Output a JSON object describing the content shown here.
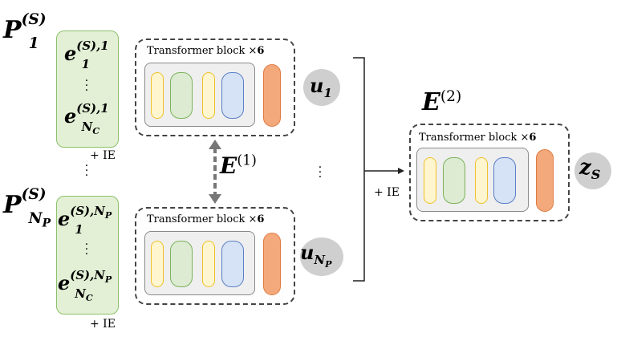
{
  "patches": [
    {
      "label": {
        "base": "P",
        "sub": "1",
        "sup": "(S)"
      },
      "top": {
        "base": "e",
        "sub": "1",
        "sup": "(S),1"
      },
      "bottom": {
        "base": "e",
        "sub": "N",
        "subsub": "C",
        "sup": "(S),1"
      },
      "ie": "+ IE"
    },
    {
      "label": {
        "base": "P",
        "sub": "N",
        "subsub": "P",
        "sup": "(S)"
      },
      "top": {
        "base": "e",
        "sub": "1",
        "sup": "(S),N",
        "supsub": "P"
      },
      "bottom": {
        "base": "e",
        "sub": "N",
        "subsub": "C",
        "sup": "(S),N",
        "supsub": "P"
      },
      "ie": "+ IE"
    }
  ],
  "transformer_label": "Transformer block ×",
  "transformer_count": "6",
  "encoder1": {
    "base": "E",
    "sup": "(1)"
  },
  "encoder2": {
    "base": "E",
    "sup": "(2)"
  },
  "outputs": {
    "u1": {
      "base": "u",
      "sub": "1"
    },
    "uNP": {
      "base": "u",
      "sub": "N",
      "subsub": "P"
    },
    "zS": {
      "base": "z",
      "sub": "S"
    }
  },
  "ie_merge": "+ IE",
  "colors": {
    "patch_fill": "#e3f0d6",
    "yellow_layer": "#fff6cf",
    "green_layer": "#dcebd2",
    "blue_layer": "#d6e2f5",
    "orange_layer": "#f3a97c",
    "output_circle": "#cfcfcf"
  }
}
